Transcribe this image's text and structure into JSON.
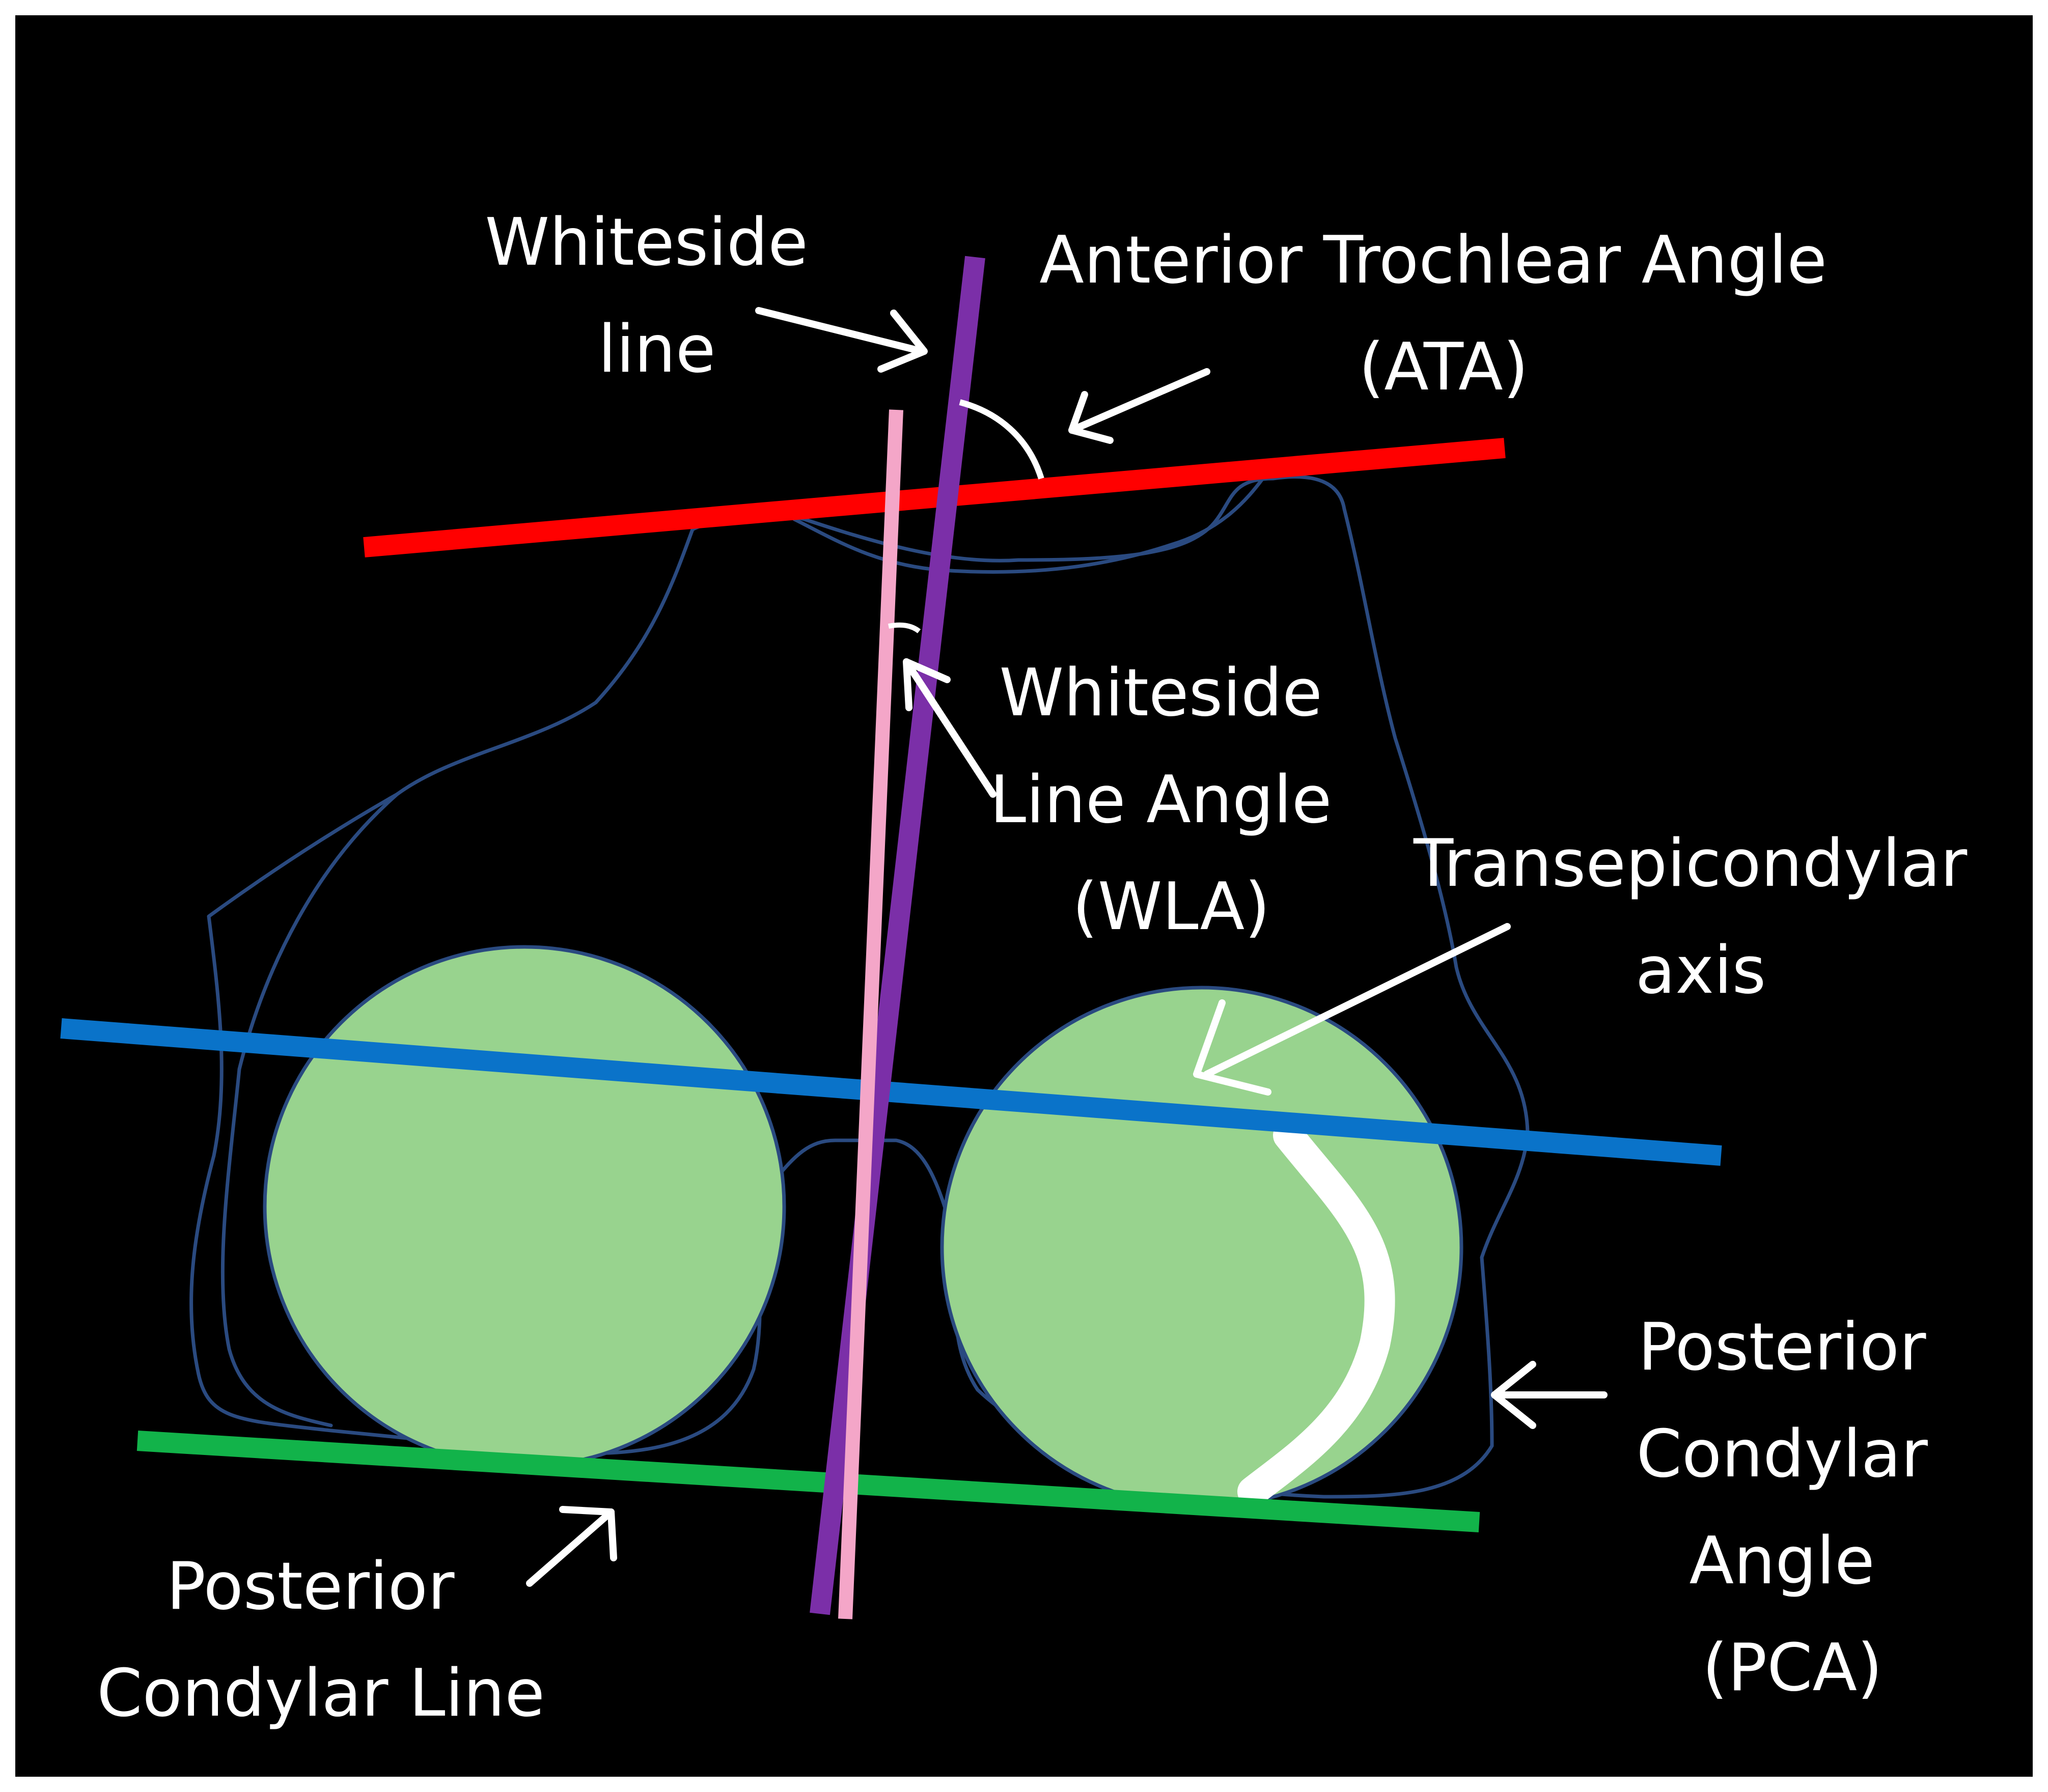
{
  "labels": {
    "whiteside_line": [
      "Whiteside",
      "line"
    ],
    "ata": [
      "Anterior Trochlear Angle",
      "(ATA)"
    ],
    "wla": [
      "Whiteside",
      "Line Angle",
      "(WLA)"
    ],
    "tea": [
      "Transepicondylar",
      "axis"
    ],
    "pca": [
      "Posterior",
      "Condylar",
      "Angle",
      "(PCA)"
    ],
    "pcl": [
      "Posterior",
      "Condylar Line"
    ]
  },
  "colors": {
    "background": "#000000",
    "anterior_line": "#ff0000",
    "whiteside_line": "#7b2fa8",
    "wla_line": "#f4a6c8",
    "transepicondylar_line": "#0a73c9",
    "posterior_condylar_line": "#12b34a",
    "condyle_fill": "#98d38e",
    "bone_outline": "#2a4a80",
    "annotation": "#ffffff"
  }
}
